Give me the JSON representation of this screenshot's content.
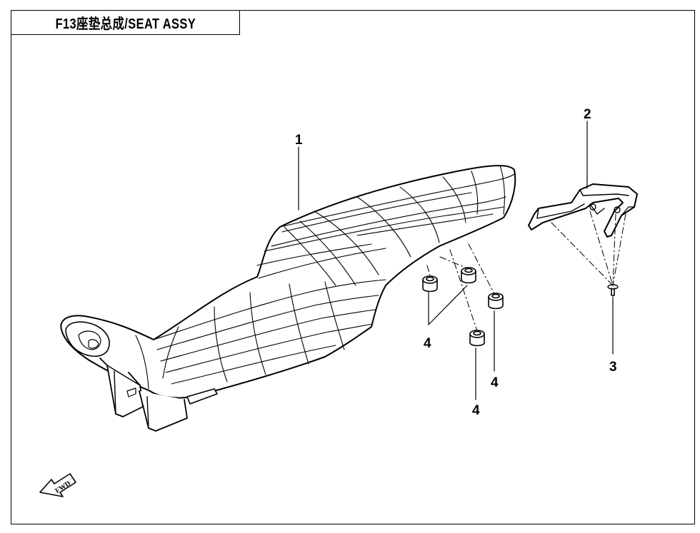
{
  "title": "F13座垫总成/SEAT ASSY",
  "callouts": {
    "seat": "1",
    "bracket": "2",
    "screw": "3",
    "damper_a": "4",
    "damper_b": "4",
    "damper_c": "4"
  },
  "fwd_label": "FWD"
}
